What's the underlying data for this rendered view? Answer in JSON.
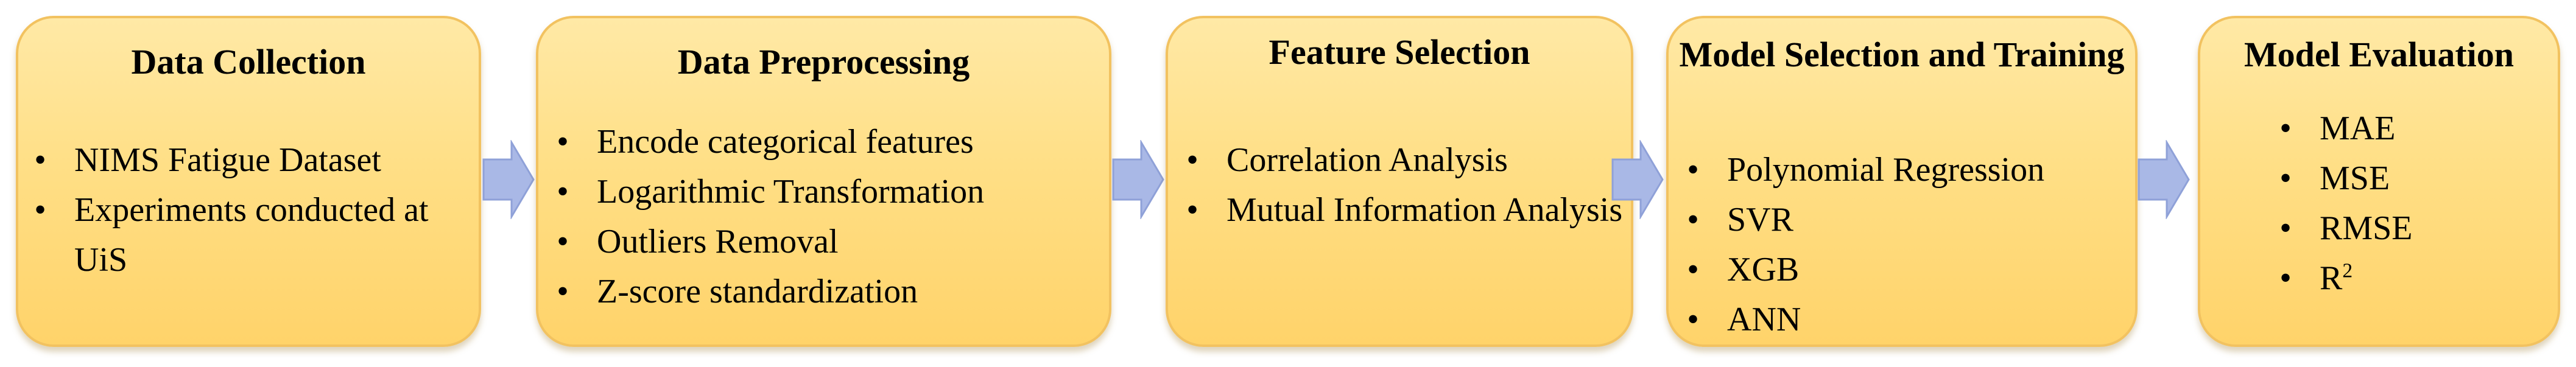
{
  "steps": [
    {
      "title": "Data Collection",
      "items": [
        "NIMS Fatigue Dataset",
        "Experiments conducted at UiS"
      ]
    },
    {
      "title": "Data Preprocessing",
      "items": [
        "Encode categorical features",
        "Logarithmic Transformation",
        "Outliers Removal",
        "Z-score standardization"
      ]
    },
    {
      "title": "Feature Selection",
      "items": [
        "Correlation Analysis",
        "Mutual Information Analysis"
      ]
    },
    {
      "title": "Model Selection and Training",
      "items": [
        "Polynomial Regression",
        "SVR",
        "XGB",
        "ANN"
      ]
    },
    {
      "title": "Model Evaluation",
      "items": [
        "MAE",
        "MSE",
        "RMSE",
        "R",
        "2"
      ]
    }
  ],
  "bullet_glyph": "•",
  "colors": {
    "box_fill": "#ffdf86",
    "box_border": "#f2c260",
    "arrow_fill": "#a9b8e6",
    "arrow_stroke": "#8fa1d8"
  }
}
